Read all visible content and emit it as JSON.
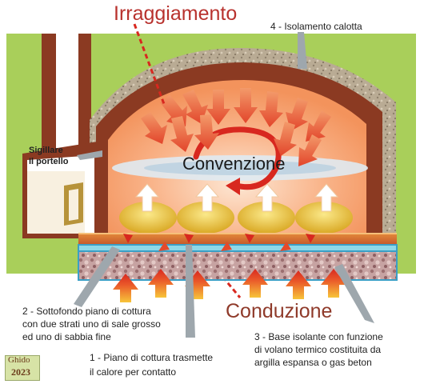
{
  "labels": {
    "irraggiamento": "Irraggiamento",
    "isolamento": "4 - Isolamento calotta",
    "sigillare_1": "Sigillare",
    "sigillare_2": "Il portello",
    "convenzione": "Convenzione",
    "conduzione": "Conduzione",
    "sottofondo_1": "2 - Sottofondo piano di cottura",
    "sottofondo_2": "con due strati uno di sale grosso",
    "sottofondo_3": "ed uno di sabbia fine",
    "piano_1": "1 - Piano di cottura trasmette",
    "piano_2": "il calore per contatto",
    "base_1": "3 - Base isolante con funzione",
    "base_2": "di volano termico costituita da",
    "base_3": "argilla espansa o gas beton"
  },
  "signature": {
    "name": "Ghido",
    "year": "2023"
  },
  "colors": {
    "background_green": "#a9cf5a",
    "dome_brick": "#8b3a22",
    "dome_insulation": "#b9ab94",
    "chamber_orange": "#f6a06c",
    "heat_arrow": "#e0402a",
    "bread": "#f0d24a",
    "floor_top": "#d9782e",
    "floor_base": "#c79a9a",
    "accent_red": "#c9302c"
  }
}
